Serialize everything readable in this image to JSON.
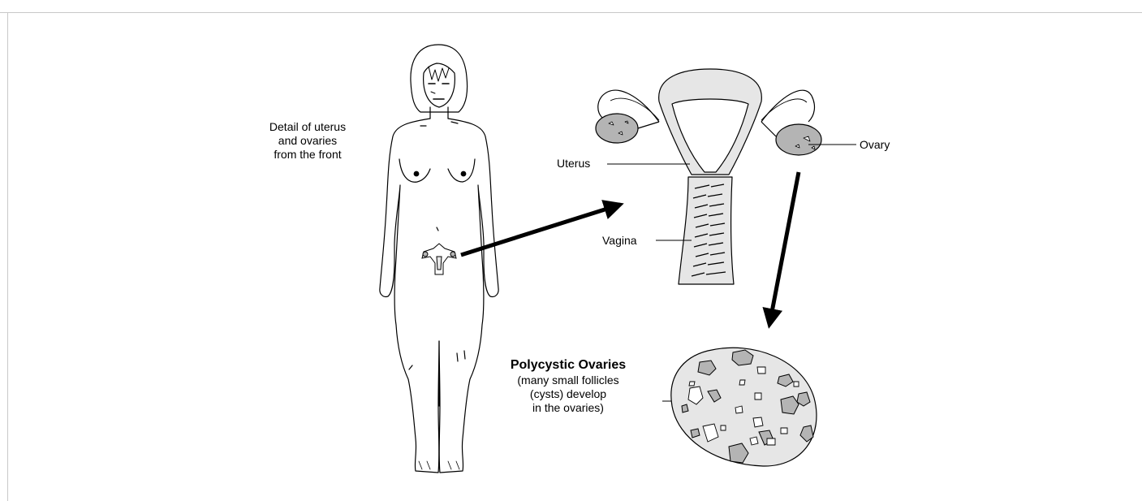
{
  "labels": {
    "detail_line1": "Detail of uterus",
    "detail_line2": "and ovaries",
    "detail_line3": "from the front",
    "uterus": "Uterus",
    "ovary": "Ovary",
    "vagina": "Vagina",
    "polycystic_title": "Polycystic Ovaries",
    "polycystic_line1": "(many small follicles",
    "polycystic_line2": "(cysts) develop",
    "polycystic_line3": "in the ovaries)"
  },
  "colors": {
    "line": "#000000",
    "organ_fill": "#e6e6e6",
    "cyst_fill": "#b4b4b4",
    "frame": "#c8c8c8"
  }
}
